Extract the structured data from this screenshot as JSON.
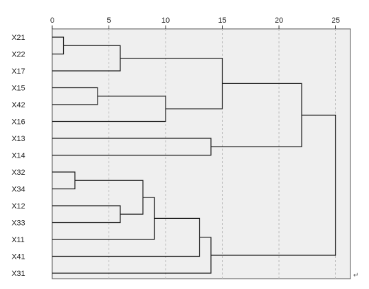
{
  "chart_data": {
    "type": "dendrogram",
    "xlim": [
      0,
      26
    ],
    "x_ticks": [
      0,
      5,
      10,
      15,
      20,
      25
    ],
    "grid": "dashed vertical at ticks",
    "leaves": [
      "X21",
      "X22",
      "X17",
      "X15",
      "X42",
      "X16",
      "X13",
      "X14",
      "X32",
      "X34",
      "X12",
      "X33",
      "X11",
      "X41",
      "X31"
    ],
    "merges": [
      {
        "a": "X21",
        "b": "X22",
        "height": 1
      },
      {
        "a": "X15",
        "b": "X42",
        "height": 4
      },
      {
        "a": "X32",
        "b": "X34",
        "height": 2
      },
      {
        "a": "X12",
        "b": "X33",
        "height": 6
      },
      {
        "a": "m1",
        "b": "X17",
        "height": 6
      },
      {
        "a": "m3",
        "b": "m4",
        "height": 8
      },
      {
        "a": "m6",
        "b": "X11",
        "height": 9
      },
      {
        "a": "m2",
        "b": "X16",
        "height": 10
      },
      {
        "a": "m7",
        "b": "X41",
        "height": 13
      },
      {
        "a": "X13",
        "b": "X14",
        "height": 14
      },
      {
        "a": "m9",
        "b": "X31",
        "height": 14
      },
      {
        "a": "m5",
        "b": "m8",
        "height": 15
      },
      {
        "a": "m12",
        "b": "m10",
        "height": 22
      },
      {
        "a": "m13",
        "b": "m11",
        "height": 25
      }
    ],
    "colors": {
      "plot_bg": "#efefef",
      "lines": "#1a1a1a",
      "grid": "#b8b8b8"
    }
  },
  "page_marks": {
    "return_symbol": "↵"
  }
}
